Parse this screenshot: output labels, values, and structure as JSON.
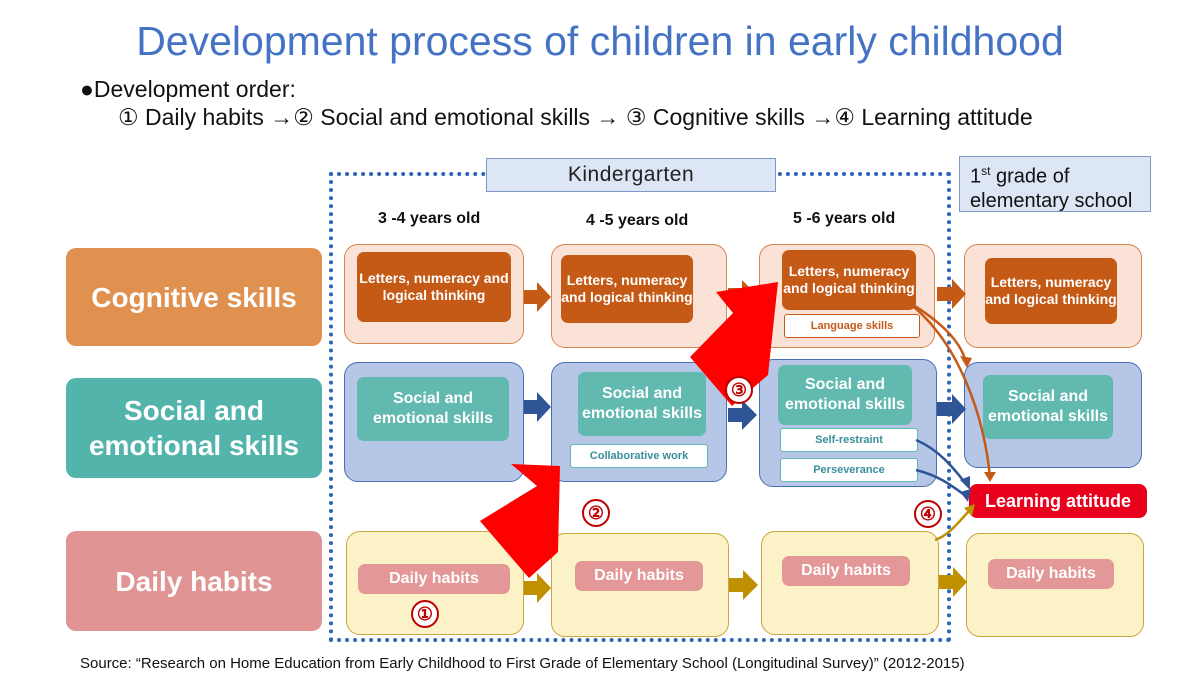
{
  "title": "Development process of children in early childhood",
  "order": {
    "heading": "●Development order:",
    "line": "① Daily habits →② Social and emotional skills → ③ Cognitive skills →④ Learning attitude"
  },
  "rows": {
    "cognitive": "Cognitive skills",
    "social": "Social and emotional skills",
    "daily": "Daily habits"
  },
  "kindergarten_label": "Kindergarten",
  "grade1_label": {
    "ordinal": "1",
    "suffix": "st",
    "rest": " grade of elementary school"
  },
  "ages": [
    "3 -4 years old",
    "4 -5 years old",
    "5 -6 years old"
  ],
  "cells": {
    "cog": [
      "Letters, numeracy and logical thinking",
      "Letters, numeracy and logical thinking",
      "Letters, numeracy and logical thinking",
      "Letters, numeracy and logical thinking"
    ],
    "soc": [
      "Social and emotional skills",
      "Social and emotional skills",
      "Social and emotional skills",
      "Social and emotional skills"
    ],
    "daily": [
      "Daily habits",
      "Daily habits",
      "Daily habits",
      "Daily habits"
    ]
  },
  "tags": {
    "language": "Language skills",
    "collaborative": "Collaborative work",
    "self_restraint": "Self-restraint",
    "perseverance": "Perseverance"
  },
  "learning_attitude": "Learning attitude",
  "markers": [
    "①",
    "②",
    "③",
    "④"
  ],
  "source": "Source: “Research on Home Education from Early Childhood to First Grade of Elementary School (Longitudinal Survey)” (2012-2015)",
  "colors": {
    "title": "#4472c4",
    "cognitive": "#e0914f",
    "social": "#52b4aa",
    "daily": "#e09494",
    "accent_red": "#ff0000",
    "kindergarten_border": "#2e64b8"
  }
}
